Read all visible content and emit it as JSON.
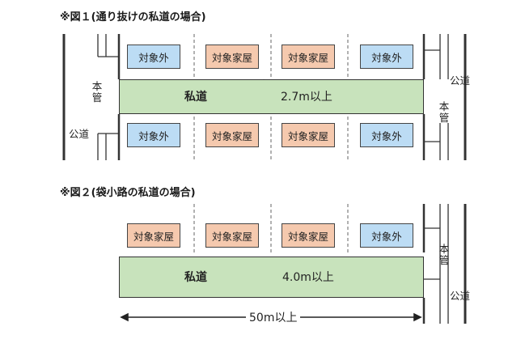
{
  "fig1": {
    "title": "※図１(通り抜けの私道の場合)",
    "top_row": [
      "対象外",
      "対象家屋",
      "対象家屋",
      "対象外"
    ],
    "bottom_row": [
      "対象外",
      "対象家屋",
      "対象家屋",
      "対象外"
    ],
    "road_label": "私道",
    "road_width": "2.7m以上",
    "left_main_pipe": "本管",
    "left_public_road": "公道",
    "right_public_road": "公道",
    "right_main_pipe": "本管"
  },
  "fig2": {
    "title": "※図２(袋小路の私道の場合)",
    "row": [
      "対象家屋",
      "対象家屋",
      "対象家屋",
      "対象外"
    ],
    "road_label": "私道",
    "road_width": "4.0m以上",
    "right_main_pipe": "本管",
    "right_public_road": "公道",
    "length": "50m以上"
  },
  "colors": {
    "target": "#f5c9ae",
    "exclude": "#bcdcf4",
    "road": "#c8e3bc"
  }
}
